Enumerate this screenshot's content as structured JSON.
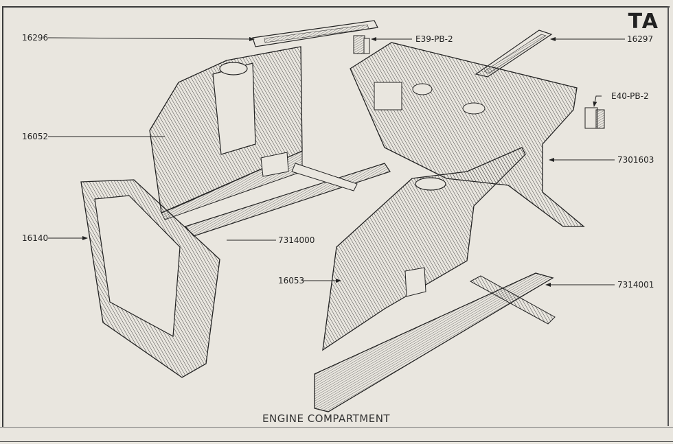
{
  "plate_id": "TA",
  "caption": "ENGINE COMPARTMENT",
  "labels": {
    "p16296": "16296",
    "e39": "E39-PB-2",
    "p16297": "16297",
    "e40": "E40-PB-2",
    "p16052": "16052",
    "p7301603": "7301603",
    "p16140": "16140",
    "p7314000": "7314000",
    "p16053": "16053",
    "p7314001": "7314001"
  },
  "colors": {
    "paper": "#e9e6df",
    "ink": "#222222"
  }
}
